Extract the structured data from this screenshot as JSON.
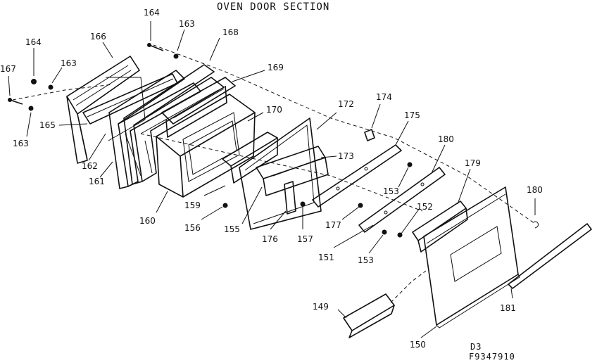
{
  "title": "OVEN DOOR SECTION",
  "footer": {
    "line1": "D3",
    "line2": "F9347910"
  },
  "parts": [
    {
      "id": "p164a",
      "text": "164"
    },
    {
      "id": "p163a",
      "text": "163"
    },
    {
      "id": "p168",
      "text": "168"
    },
    {
      "id": "p164b",
      "text": "164"
    },
    {
      "id": "p163b",
      "text": "163"
    },
    {
      "id": "p166",
      "text": "166"
    },
    {
      "id": "p169",
      "text": "169"
    },
    {
      "id": "p167",
      "text": "167"
    },
    {
      "id": "p163c",
      "text": "163"
    },
    {
      "id": "p165",
      "text": "165"
    },
    {
      "id": "p170",
      "text": "170"
    },
    {
      "id": "p172",
      "text": "172"
    },
    {
      "id": "p174",
      "text": "174"
    },
    {
      "id": "p175",
      "text": "175"
    },
    {
      "id": "p180a",
      "text": "180"
    },
    {
      "id": "p179",
      "text": "179"
    },
    {
      "id": "p173",
      "text": "173"
    },
    {
      "id": "p162",
      "text": "162"
    },
    {
      "id": "p161",
      "text": "161"
    },
    {
      "id": "p160",
      "text": "160"
    },
    {
      "id": "p159",
      "text": "159"
    },
    {
      "id": "p153a",
      "text": "153"
    },
    {
      "id": "p180b",
      "text": "180"
    },
    {
      "id": "p156",
      "text": "156"
    },
    {
      "id": "p155",
      "text": "155"
    },
    {
      "id": "p176",
      "text": "176"
    },
    {
      "id": "p157",
      "text": "157"
    },
    {
      "id": "p177",
      "text": "177"
    },
    {
      "id": "p152",
      "text": "152"
    },
    {
      "id": "p151",
      "text": "151"
    },
    {
      "id": "p153b",
      "text": "153"
    },
    {
      "id": "p149",
      "text": "149"
    },
    {
      "id": "p181",
      "text": "181"
    },
    {
      "id": "p150",
      "text": "150"
    }
  ]
}
